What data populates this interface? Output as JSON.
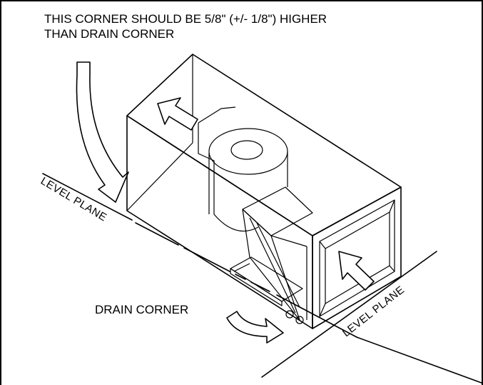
{
  "figure": {
    "note_line1": "THIS CORNER SHOULD BE 5/8\" (+/- 1/8\") HIGHER",
    "note_line2": "THAN DRAIN CORNER",
    "drain_label": "DRAIN CORNER",
    "level_plane_left": "LEVEL  PLANE",
    "level_plane_right": "LEVEL PLANE"
  }
}
